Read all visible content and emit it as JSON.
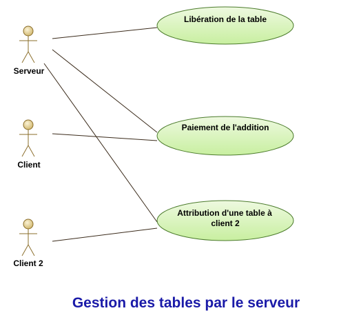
{
  "colors": {
    "usecase_fill_top": "#eef9e0",
    "usecase_fill_bottom": "#c8efa0",
    "usecase_stroke": "#4a7a2a",
    "actor_head_fill": "#e6d49a",
    "actor_stroke": "#8a6d2a",
    "association_line": "#3a2a1a",
    "caption": "#1a1aa8"
  },
  "actors": [
    {
      "id": "serveur",
      "name": "Serveur",
      "icon": "stick-figure-actor-icon"
    },
    {
      "id": "client",
      "name": "Client",
      "icon": "stick-figure-actor-icon"
    },
    {
      "id": "client2",
      "name": "Client 2",
      "icon": "stick-figure-actor-icon"
    }
  ],
  "use_cases": [
    {
      "id": "liberation",
      "lines": [
        "Libération de la table"
      ]
    },
    {
      "id": "paiement",
      "lines": [
        "Paiement de l'addition"
      ]
    },
    {
      "id": "attribution",
      "lines": [
        "Attribution d'une table à",
        "client 2"
      ]
    }
  ],
  "associations": [
    {
      "from": "serveur",
      "to": "liberation"
    },
    {
      "from": "serveur",
      "to": "paiement"
    },
    {
      "from": "serveur",
      "to": "attribution"
    },
    {
      "from": "client",
      "to": "paiement"
    },
    {
      "from": "client2",
      "to": "attribution"
    }
  ],
  "caption": "Gestion des tables par le serveur"
}
